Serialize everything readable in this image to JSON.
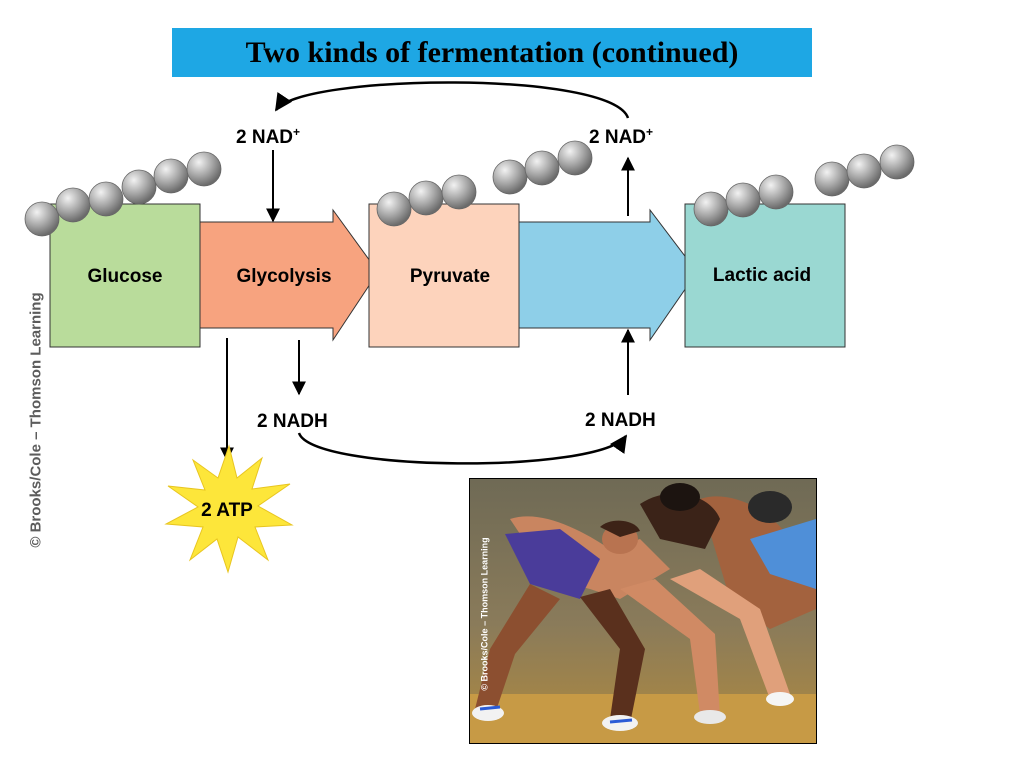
{
  "title": "Two kinds of fermentation (continued)",
  "side_credit": "© Brooks/Cole – Thomson Learning",
  "photo_credit": "© Brooks/Cole – Thomson Learning",
  "boxes": {
    "glucose": "Glucose",
    "glycolysis": "Glycolysis",
    "pyruvate": "Pyruvate",
    "lactic_acid": "Lactic acid"
  },
  "labels": {
    "nad_left": "2 NAD",
    "nad_right": "2 NAD",
    "plus": "+",
    "nadh_left": "2 NADH",
    "nadh_right": "2 NADH",
    "atp": "2 ATP"
  },
  "colors": {
    "title_bg": "#1ea7e4",
    "glucose": "#b9dc9b",
    "glycolysis": "#f7a37f",
    "pyruvate": "#fdd3bc",
    "reduction_arrow": "#8ecfe8",
    "lactic_acid": "#9ad8d2",
    "atp_star": "#fde63a"
  }
}
